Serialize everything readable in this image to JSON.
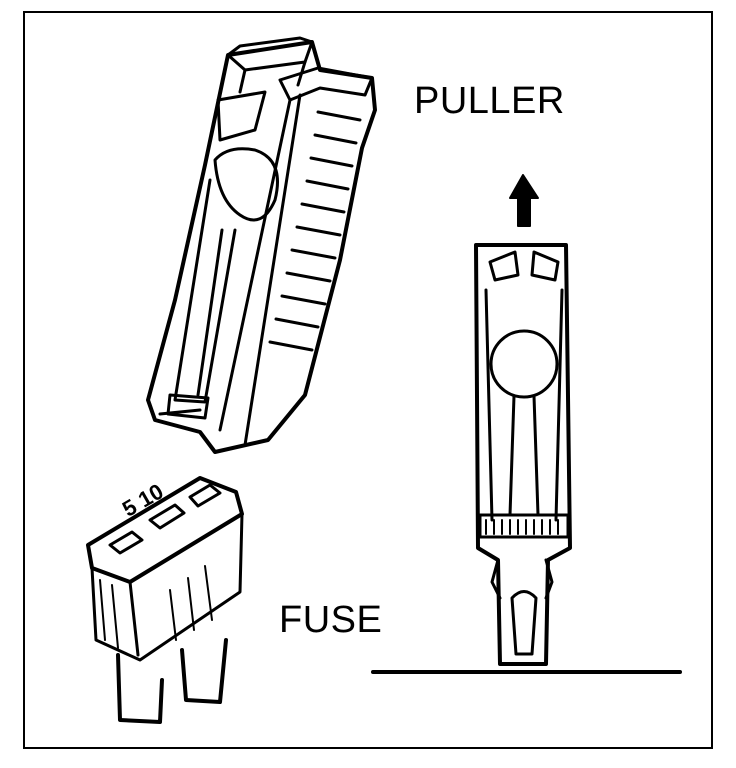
{
  "labels": {
    "puller": "PULLER",
    "fuse": "FUSE"
  },
  "fuse_body_text": "5 10",
  "colors": {
    "ink": "#000000",
    "paper": "#ffffff"
  },
  "icons": [
    "puller-tool-illustration",
    "blade-fuse-illustration",
    "up-arrow-icon"
  ]
}
